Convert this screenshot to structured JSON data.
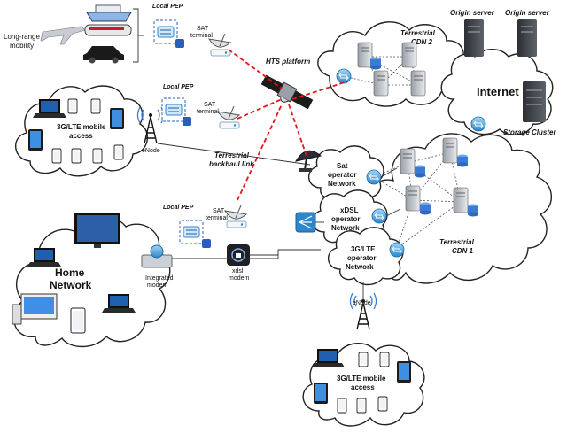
{
  "mobility": {
    "label_line1": "Long-range",
    "label_line2": "mobility"
  },
  "pep": {
    "top": "Local PEP",
    "mid": "Local PEP",
    "bottom": "Local PEP"
  },
  "sat_terminal": {
    "line1": "SAT",
    "line2": "terminal"
  },
  "hts": "HTS platform",
  "cdn2": {
    "line1": "Terrestrial",
    "line2": "CDN 2"
  },
  "origin1": "Origin server",
  "origin2": "Origin server",
  "internet": "Internet",
  "storage": "Storage Cluster",
  "lte_top": {
    "line1": "3G/LTE mobile",
    "line2": "access"
  },
  "enode_top": "eNode",
  "backhaul": {
    "line1": "Terrestrial",
    "line2": "backhaul link"
  },
  "sat_op": {
    "line1": "Sat",
    "line2": "operator",
    "line3": "Network"
  },
  "xdsl_op": {
    "line1": "xDSL",
    "line2": "operator",
    "line3": "Network"
  },
  "lte_op": {
    "line1": "3G/LTE",
    "line2": "operator",
    "line3": "Network"
  },
  "cdn1": {
    "line1": "Terrestrial",
    "line2": "CDN 1"
  },
  "home": {
    "line1": "Home",
    "line2": "Network"
  },
  "integrated": {
    "line1": "Integrated",
    "line2": "modem"
  },
  "xdsl_modem": {
    "line1": "xdsl",
    "line2": "modem"
  },
  "enode_bottom": "eNode",
  "lte_bottom": {
    "line1": "3G/LTE mobile",
    "line2": "access"
  },
  "colors": {
    "red_link": "#e01818",
    "router": "#4aa3e0",
    "server": "#5a5f66"
  }
}
